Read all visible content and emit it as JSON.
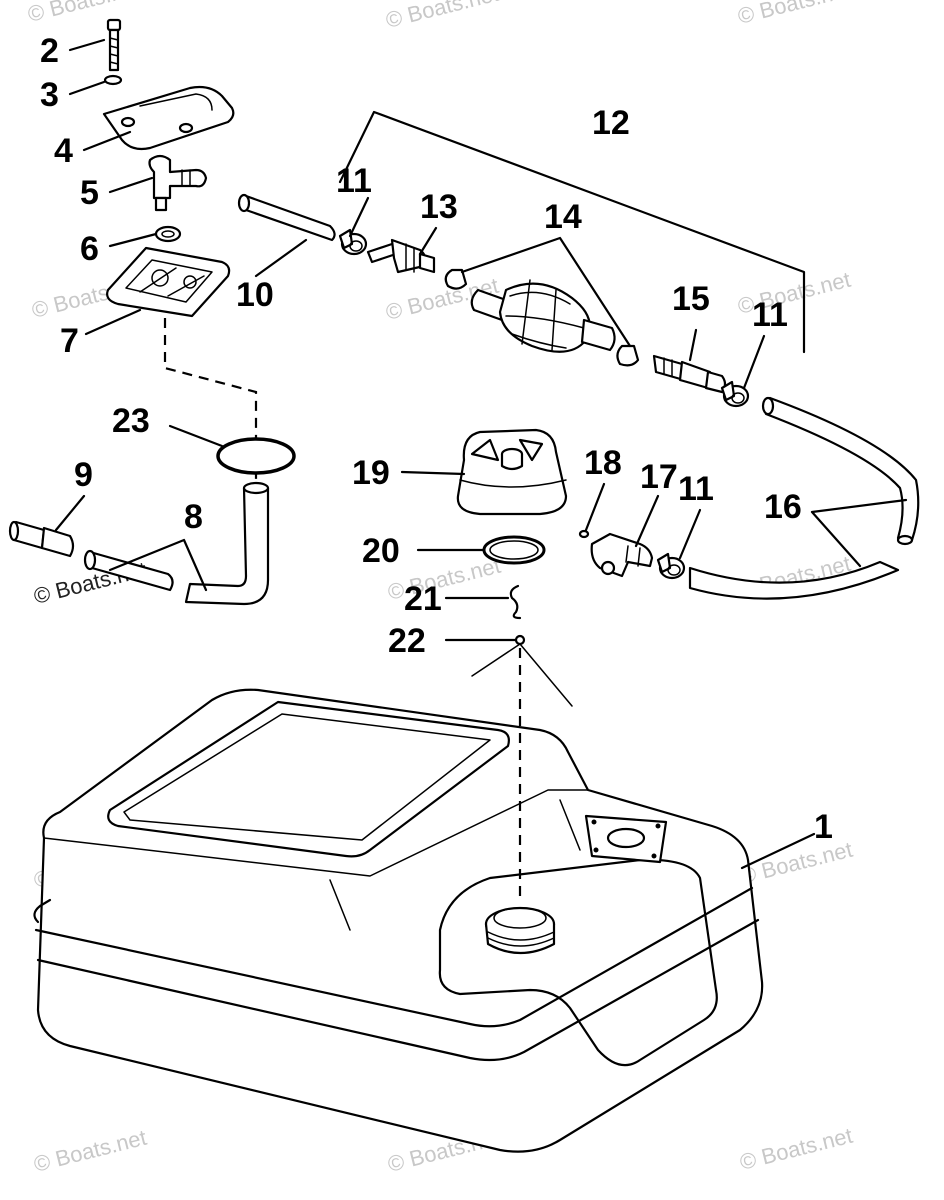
{
  "diagram": {
    "watermark": "© Boats.net",
    "callouts": [
      {
        "id": "1",
        "label": "1"
      },
      {
        "id": "2",
        "label": "2"
      },
      {
        "id": "3",
        "label": "3"
      },
      {
        "id": "4",
        "label": "4"
      },
      {
        "id": "5",
        "label": "5"
      },
      {
        "id": "6",
        "label": "6"
      },
      {
        "id": "7",
        "label": "7"
      },
      {
        "id": "8",
        "label": "8"
      },
      {
        "id": "9",
        "label": "9"
      },
      {
        "id": "10",
        "label": "10"
      },
      {
        "id": "11a",
        "label": "11"
      },
      {
        "id": "11b",
        "label": "11"
      },
      {
        "id": "11c",
        "label": "11"
      },
      {
        "id": "12",
        "label": "12"
      },
      {
        "id": "13",
        "label": "13"
      },
      {
        "id": "14",
        "label": "14"
      },
      {
        "id": "15",
        "label": "15"
      },
      {
        "id": "16",
        "label": "16"
      },
      {
        "id": "17",
        "label": "17"
      },
      {
        "id": "18",
        "label": "18"
      },
      {
        "id": "19",
        "label": "19"
      },
      {
        "id": "20",
        "label": "20"
      },
      {
        "id": "21",
        "label": "21"
      },
      {
        "id": "22",
        "label": "22"
      },
      {
        "id": "23",
        "label": "23"
      }
    ]
  }
}
